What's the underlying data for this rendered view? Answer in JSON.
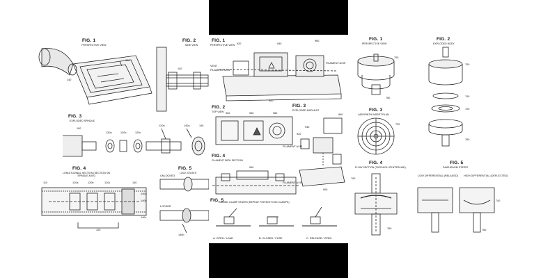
{
  "left_sheet": {
    "fig1": {
      "title": "FIG. 1",
      "caption": "PERSPECTIVE VIEW",
      "refs": [
        "100",
        "140"
      ]
    },
    "fig2": {
      "title": "FIG. 2",
      "caption": "SIDE VIEW",
      "refs": [
        "140"
      ]
    },
    "fig3": {
      "title": "FIG. 3",
      "caption": "EXPLODED SPINDLE",
      "refs": [
        "100",
        "120a",
        "120b",
        "120c",
        "120d",
        "140a",
        "140"
      ]
    },
    "fig4": {
      "title": "FIG. 4",
      "caption": "LONGITUDINAL SECTION (SECTION ON SPINDLE AXIS)",
      "refs": [
        "110",
        "120a",
        "120b",
        "120c",
        "140",
        "140a",
        "140b",
        "140c",
        "120"
      ]
    },
    "fig5": {
      "title": "FIG. 5",
      "caption": "LOCK STATES",
      "states": [
        "UNLOCKED",
        "LOCKED"
      ],
      "refs": [
        "140b"
      ]
    }
  },
  "center_sheet": {
    "fig1": {
      "title": "FIG. 1",
      "caption": "PERSPECTIVE VIEW",
      "refs": [
        "920",
        "940",
        "960",
        "900",
        "VENT",
        "FILAMENT AXIS",
        "FILAMENT AXIS"
      ]
    },
    "fig2": {
      "title": "FIG. 2",
      "caption": "TOP VIEW",
      "refs": [
        "920",
        "940",
        "960",
        "FILAMENT AXIS"
      ]
    },
    "fig3": {
      "title": "FIG. 3",
      "caption": "EXPLODED MODULES",
      "refs": [
        "920",
        "940",
        "960",
        "900"
      ]
    },
    "fig4": {
      "title": "FIG. 4",
      "caption": "FILAMENT PATH SECTION",
      "refs": [
        "940",
        "FILAMENT AXIS"
      ]
    },
    "fig5": {
      "title": "FIG. 5",
      "caption": "GUIDED CLAMP STATES (REPEAT FOR BOTH 920 CLAMPS)",
      "states": [
        "A. OPEN / LOAD",
        "B. CLOSED / FUSE",
        "C. RELEASE / OPEN"
      ]
    }
  },
  "right_sheet": {
    "fig1": {
      "title": "FIG. 1",
      "caption": "PERSPECTIVE VIEW",
      "refs": [
        "700",
        "760"
      ]
    },
    "fig2": {
      "title": "FIG. 2",
      "caption": "EXPLODED BODY",
      "refs": [
        "700",
        "740",
        "720",
        "760"
      ]
    },
    "fig3": {
      "title": "FIG. 3",
      "caption": "LABYRINTH INSERT PLAN",
      "refs": [
        "720"
      ]
    },
    "fig4": {
      "title": "FIG. 4",
      "caption": "FLOW SECTION (THROUGH CENTERLINE)",
      "refs": [
        "700",
        "760"
      ]
    },
    "fig5": {
      "title": "FIG. 5",
      "caption": "DIAPHRAGM STATES",
      "states": [
        "LOW DIFFERENTIAL (RELAXED)",
        "HIGH DIFFERENTIAL (DEFLECTED)"
      ],
      "refs": [
        "740",
        "760"
      ]
    }
  }
}
